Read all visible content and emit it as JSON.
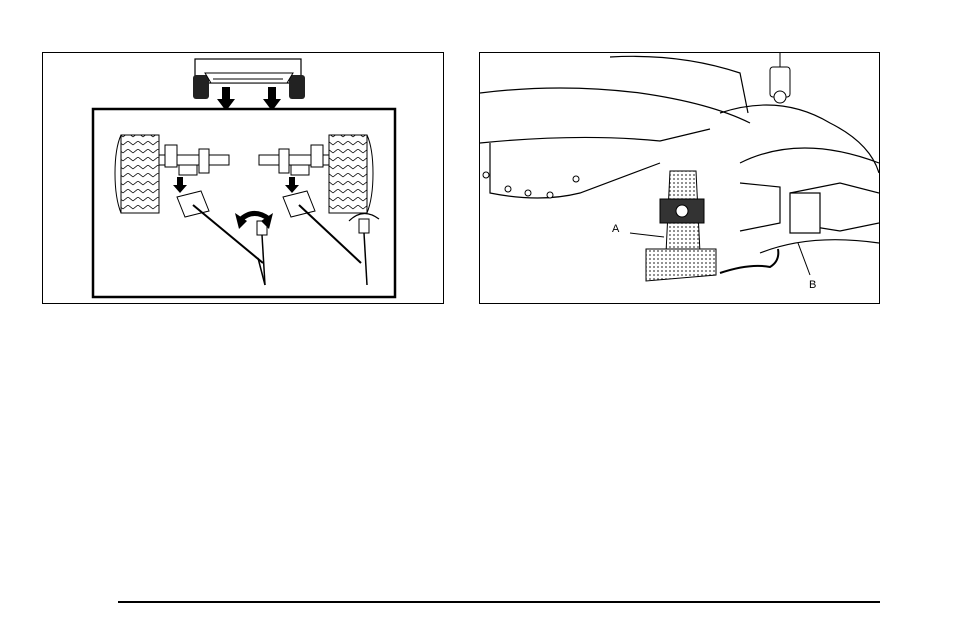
{
  "figures": {
    "left": {
      "illustration": "jack-positioning-under-axle"
    },
    "right": {
      "illustration": "jack-under-rear-axle",
      "callouts": {
        "a": "A",
        "b": "B"
      }
    }
  }
}
